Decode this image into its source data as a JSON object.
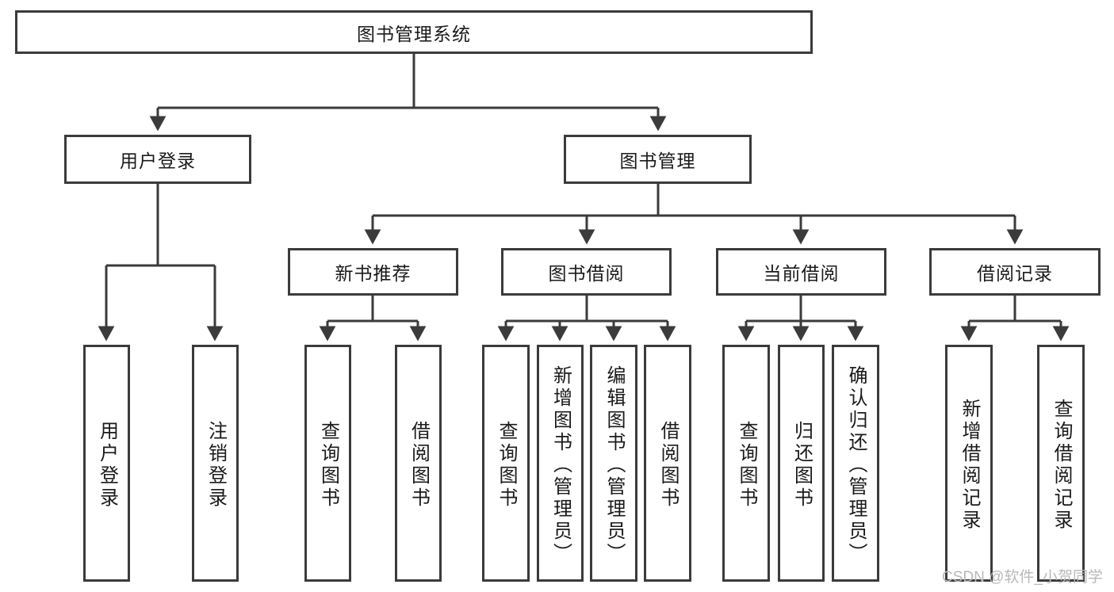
{
  "diagram": {
    "title": "图书管理系统",
    "root": {
      "label": "图书管理系统"
    },
    "level2": [
      {
        "label": "用户登录"
      },
      {
        "label": "图书管理"
      }
    ],
    "level3": [
      {
        "label": "新书推荐"
      },
      {
        "label": "图书借阅"
      },
      {
        "label": "当前借阅"
      },
      {
        "label": "借阅记录"
      }
    ],
    "leaves": [
      {
        "label": "用户登录"
      },
      {
        "label": "注销登录"
      },
      {
        "label": "查询图书"
      },
      {
        "label": "借阅图书"
      },
      {
        "label": "查询图书"
      },
      {
        "label": "新增图书（管理员）"
      },
      {
        "label": "编辑图书（管理员）"
      },
      {
        "label": "借阅图书"
      },
      {
        "label": "查询图书"
      },
      {
        "label": "归还图书"
      },
      {
        "label": "确认归还（管理员）"
      },
      {
        "label": "新增借阅记录"
      },
      {
        "label": "查询借阅记录"
      }
    ],
    "watermark": "CSDN @软件_小贺同学",
    "colors": {
      "stroke": "#3b3b3b",
      "background": "#ffffff",
      "text": "#1a1a1a",
      "watermark": "#b9b9b9"
    }
  }
}
